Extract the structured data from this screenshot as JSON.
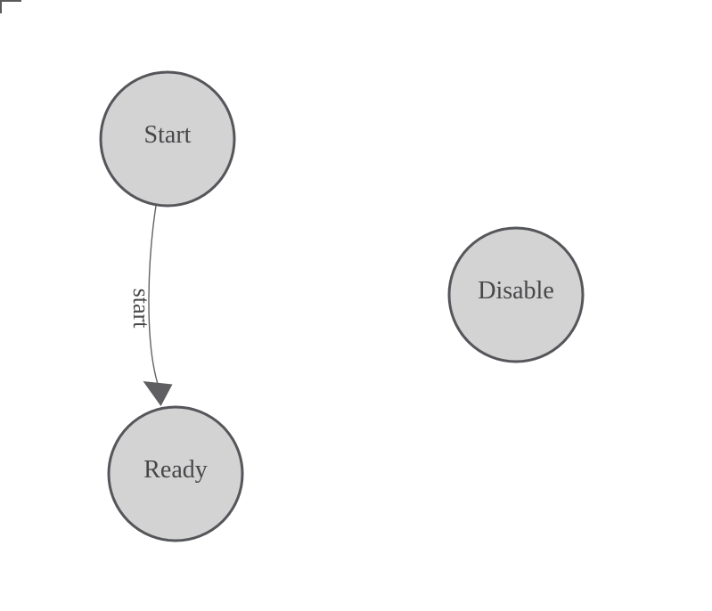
{
  "canvas": {
    "background": "#ffffff",
    "corner_mark_color": "#5a5a5a"
  },
  "diagram": {
    "type": "state-machine",
    "colors": {
      "node_fill": "#d3d3d3",
      "node_stroke": "#55565a",
      "label_text": "#47474a",
      "edge_line": "#636365",
      "arrow_fill": "#5f5f62"
    },
    "nodes": [
      {
        "id": "start",
        "label": "Start"
      },
      {
        "id": "ready",
        "label": "Ready"
      },
      {
        "id": "disable",
        "label": "Disable"
      }
    ],
    "edges": [
      {
        "id": "start-to-ready",
        "from": "Start",
        "to": "Ready",
        "label": "start"
      }
    ]
  }
}
